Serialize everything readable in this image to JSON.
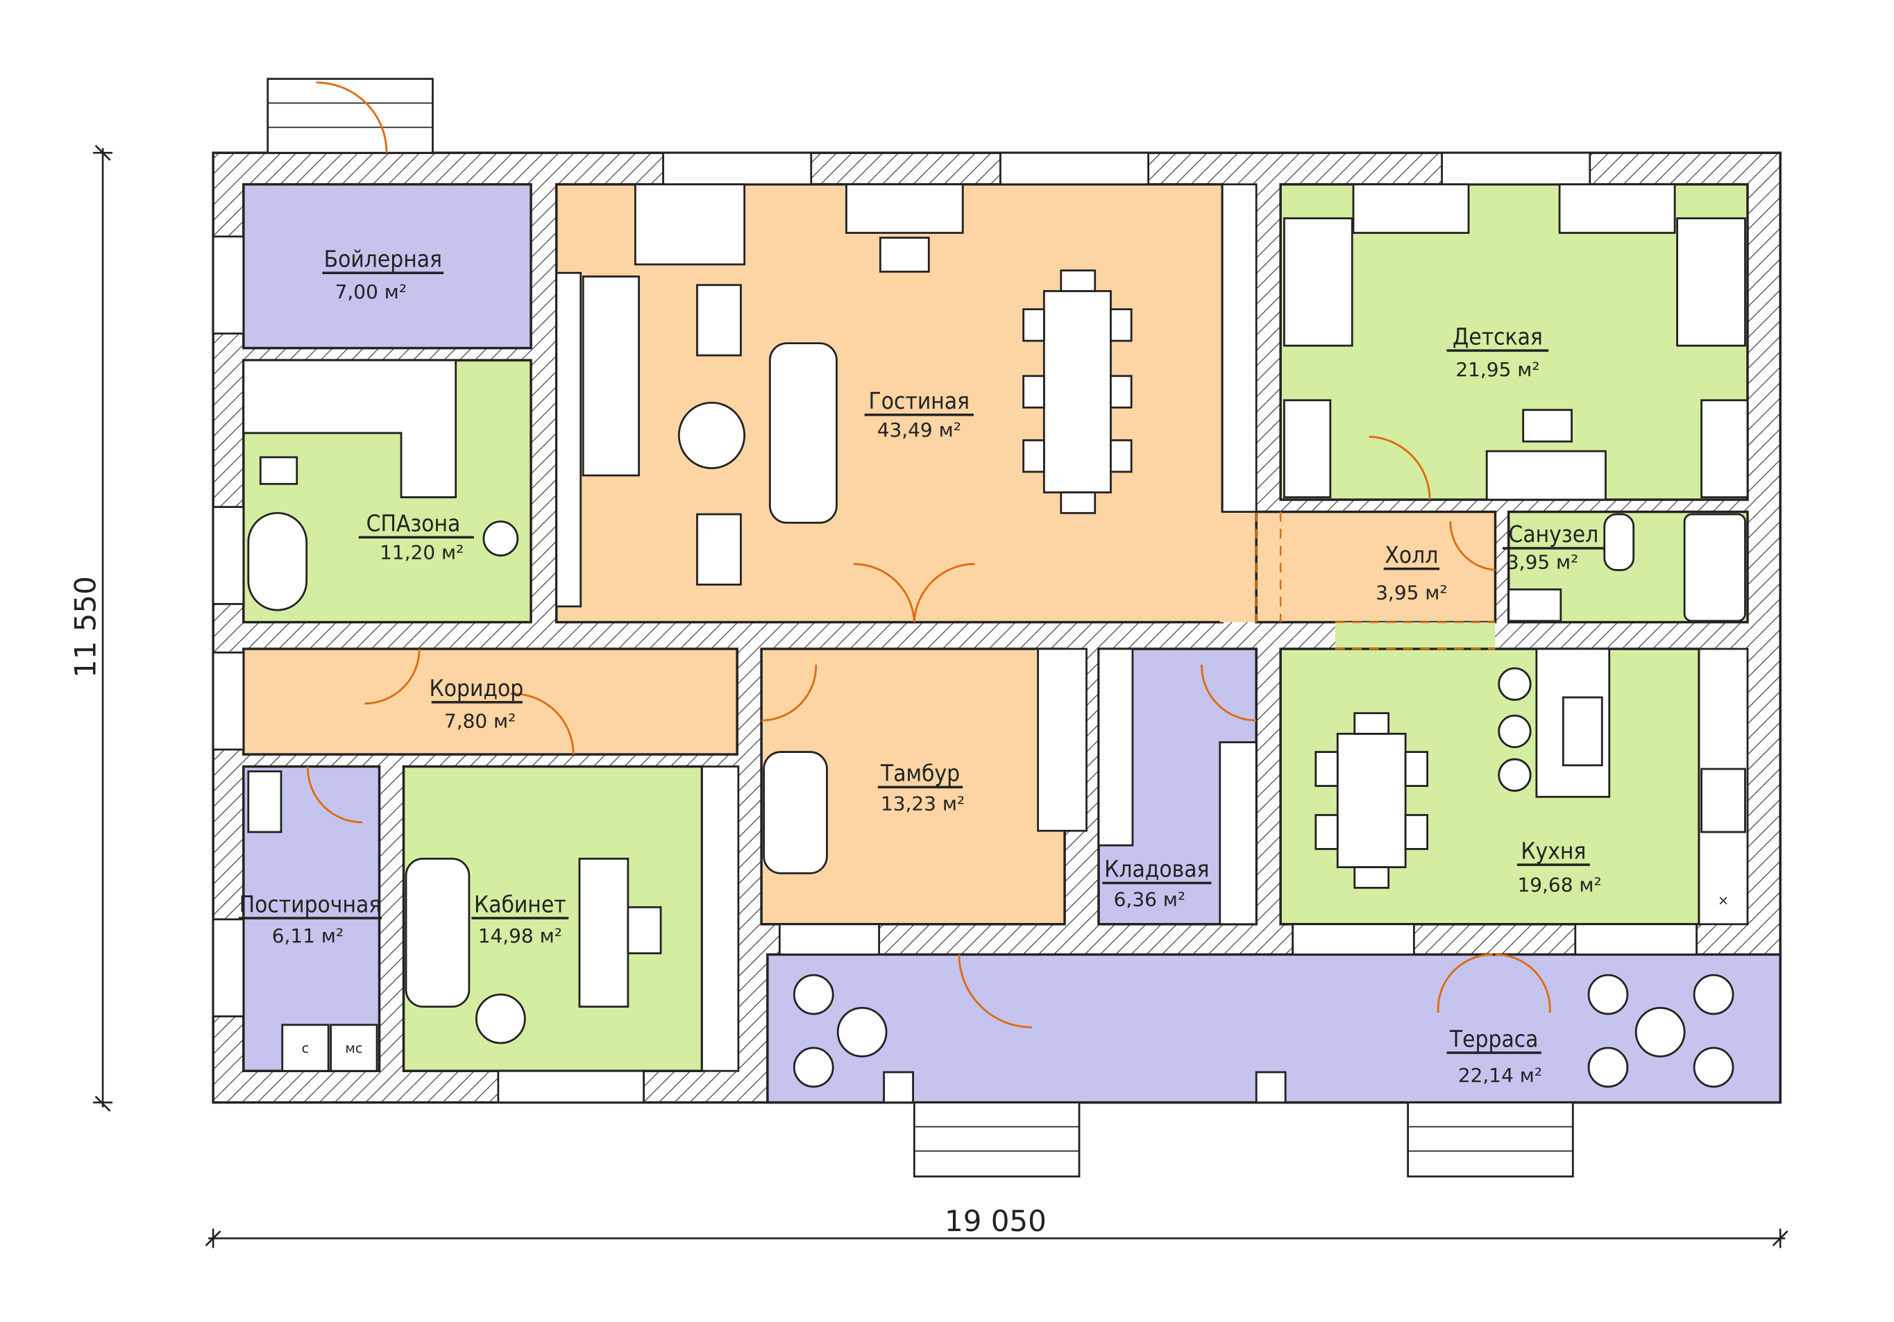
{
  "colors": {
    "living": "#fdd5a4",
    "wet": "#d4eda0",
    "utility": "#c4c4ee",
    "door": "#e06a10",
    "wall_line": "#222222"
  },
  "dimensions": {
    "height": "11 550",
    "width": "19 050"
  },
  "rooms": {
    "boiler": {
      "name": "Бойлерная",
      "area": "7,00 м²"
    },
    "living": {
      "name": "Гостиная",
      "area": "43,49 м²"
    },
    "kids": {
      "name": "Детская",
      "area": "21,95 м²"
    },
    "spa": {
      "name": "СПАзона",
      "area": "11,20 м²"
    },
    "hall": {
      "name": "Холл",
      "area": "3,95 м²"
    },
    "bath": {
      "name": "Санузел",
      "area": "3,95 м²"
    },
    "corridor": {
      "name": "Коридор",
      "area": "7,80 м²"
    },
    "vestibule": {
      "name": "Тамбур",
      "area": "13,23 м²"
    },
    "pantry": {
      "name": "Кладовая",
      "area": "6,36 м²"
    },
    "kitchen": {
      "name": "Кухня",
      "area": "19,68 м²"
    },
    "laundry": {
      "name": "Постирочная",
      "area": "6,11 м²"
    },
    "office": {
      "name": "Кабинет",
      "area": "14,98 м²"
    },
    "terrace": {
      "name": "Терраса",
      "area": "22,14 м²"
    }
  },
  "appliances": {
    "washer": "с",
    "dryer": "мс",
    "dishwasher": "×"
  }
}
